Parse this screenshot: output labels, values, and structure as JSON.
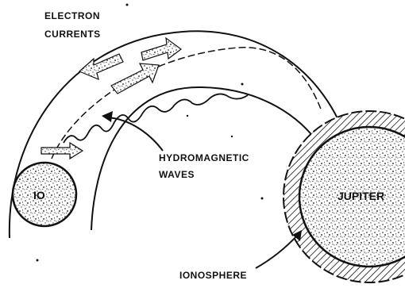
{
  "labels": {
    "electron_line1": "ELECTRON",
    "electron_line2": "CURRENTS",
    "hydro_line1": "HYDROMAGNETIC",
    "hydro_line2": "WAVES",
    "io": "IO",
    "jupiter": "JUPITER",
    "ionosphere": "IONOSPHERE"
  },
  "colors": {
    "ink": "#111111",
    "paper": "#ffffff",
    "speckle": "#444444"
  }
}
